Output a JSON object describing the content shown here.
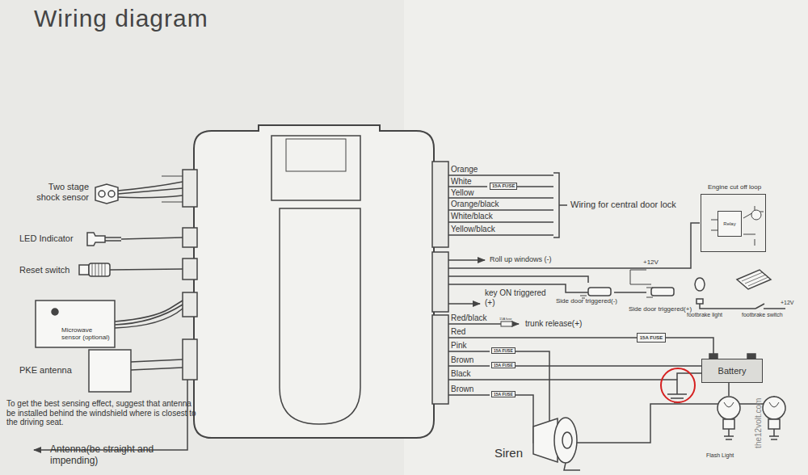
{
  "diagram": {
    "title": "Wiring diagram",
    "nodes": [
      {
        "text": [
          "Engine cut off loop"
        ]
      },
      {
        "text": [
          "Relay"
        ],
        "in": 0
      },
      {
        "text": [
          "Battery"
        ]
      },
      {
        "text": [
          "15A FUSE"
        ]
      }
    ],
    "edges": [
      {
        "from": 3,
        "to": 2,
        "arrow": "none"
      }
    ],
    "labels": [
      "Two stage shock sensor",
      "LED Indicator",
      "Reset switch",
      "Microwave sensor (optional)",
      "PKE antenna",
      "To get the best sensing effect, suggest that antenna be installed behind the windshield where is closest to the driving seat.",
      "Antenna(be straight and impending)",
      "Orange",
      "White",
      "15A FUSE",
      "Yellow",
      "Orange/black",
      "White/black",
      "Yellow/black",
      "Wiring for central door lock",
      "Roll up windows (-)",
      "key ON triggered (+)",
      "Side door triggered(-)",
      "+12V",
      "Side door triggered(+)",
      "footbrake light",
      "footbrake switch",
      "+12V",
      "Red/black",
      "15A fuse",
      "trunk release(+)",
      "Red",
      "Pink",
      "15A FUSE",
      "Brown",
      "15A FUSE",
      "Black",
      "Brown",
      "15A FUSE",
      "Siren",
      "Flash Light",
      "the12volt.com"
    ]
  }
}
